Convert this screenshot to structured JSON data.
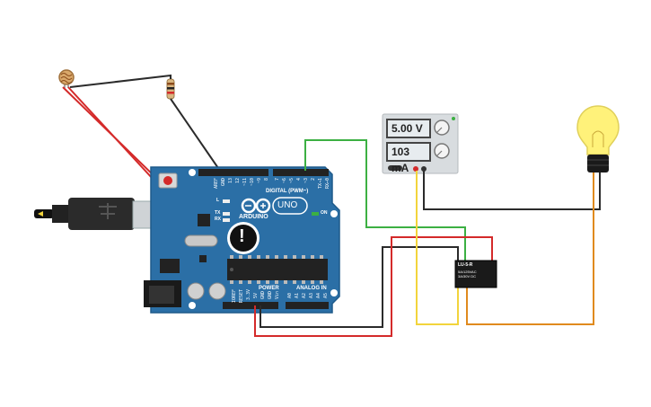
{
  "power_supply": {
    "voltage": "5.00 V",
    "current": "103 mA"
  },
  "arduino": {
    "brand": "ARDUINO",
    "model": "UNO",
    "digital_header": "DIGITAL (PWM~)",
    "power_header": "POWER",
    "analog_header": "ANALOG IN",
    "on_label": "ON",
    "l_label": "L",
    "tx_label": "TX",
    "rx_label": "RX",
    "top_pins": [
      "AREF",
      "GND",
      "13",
      "12",
      "~11",
      "~10",
      "~9",
      "8",
      "7",
      "~6",
      "~5",
      "4",
      "~3",
      "2",
      "TX→1",
      "RX←0"
    ],
    "bottom_pins": [
      "IOREF",
      "RESET",
      "3.3V",
      "5V",
      "GND",
      "GND",
      "Vin",
      "A0",
      "A1",
      "A2",
      "A3",
      "A4",
      "A5"
    ],
    "warning_symbol": "!"
  },
  "relay": {
    "model": "LU-5-R",
    "specs": [
      "5A/125VAC",
      "3A/30V DC"
    ]
  },
  "colors": {
    "board": "#2b6fa6",
    "wire_red": "#d42a2a",
    "wire_black": "#2b2b2b",
    "wire_green": "#3cb043",
    "wire_yellow": "#f2d43c",
    "wire_orange": "#e08a1e",
    "bulb": "#fff27a"
  },
  "icons": {
    "photoresistor": "ldr-icon",
    "resistor": "resistor-icon",
    "bulb": "light-bulb-icon",
    "usb": "usb-cable-icon",
    "infinity_logo": "arduino-logo-icon"
  }
}
